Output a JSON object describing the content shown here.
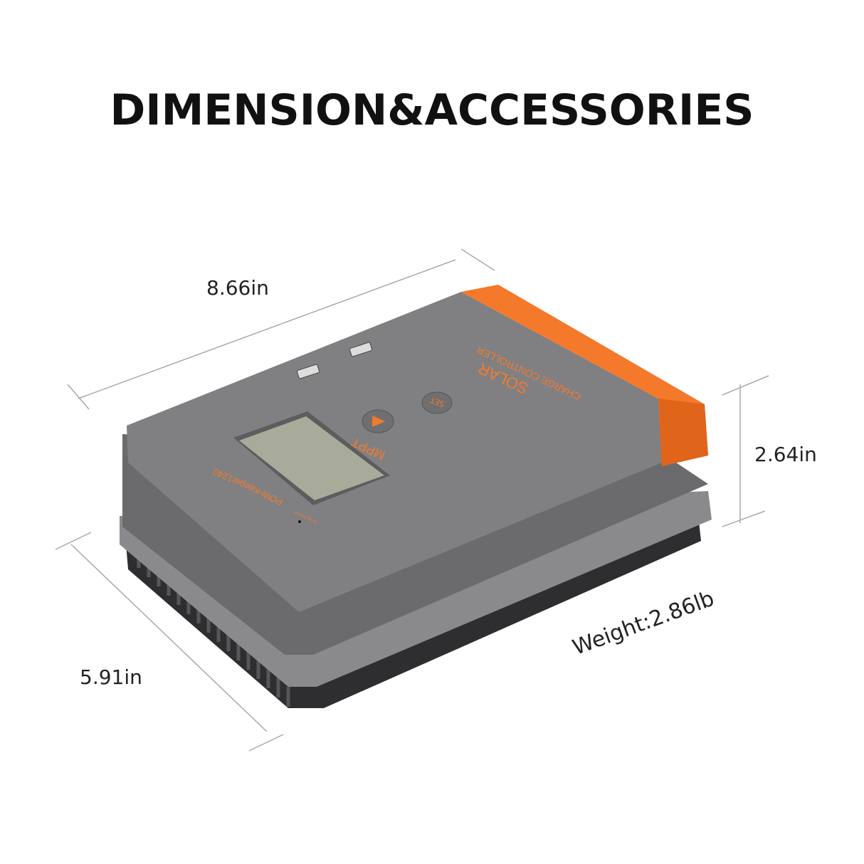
{
  "title": "DIMENSION&ACCESSORIES",
  "dimensions": {
    "length": "8.66in",
    "height": "2.64in",
    "width": "5.91in",
    "weight": "Weight:2.86lb"
  },
  "device": {
    "brand_line1": "SOLAR",
    "brand_line2": "CHARGE CONTROLLER",
    "mode_label": "MPPT",
    "set_button": "SET",
    "model": "POW-Keeper1240",
    "sensor_label": "Temp Sensor",
    "colors": {
      "body": "#77777a",
      "accent": "#f5792a",
      "lcd": "#a9ab9a",
      "heatsink": "#2e2e30"
    }
  }
}
